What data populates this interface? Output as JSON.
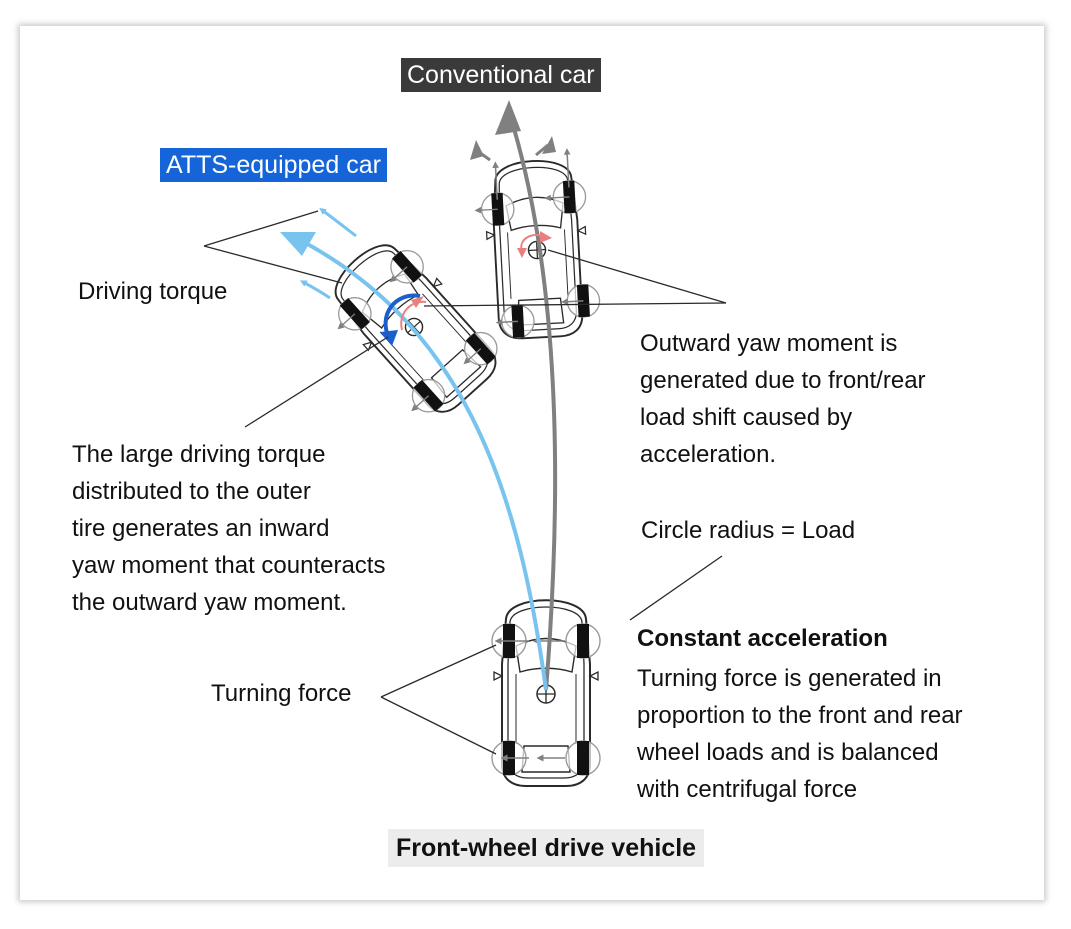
{
  "labels": {
    "conventional_car": "Conventional car",
    "atts_car": "ATTS-equipped car",
    "driving_torque": "Driving torque",
    "outward_yaw": [
      "Outward yaw moment is",
      "generated due to front/rear",
      "load shift caused by",
      "acceleration."
    ],
    "large_torque": [
      "The large driving torque",
      "distributed to the outer",
      "tire generates an inward",
      "yaw moment that counteracts",
      "the outward yaw moment."
    ],
    "circle_radius": "Circle radius = Load",
    "constant_accel_title": "Constant acceleration",
    "turning_force_desc": [
      "Turning force is generated in",
      "proportion to the front and rear",
      "wheel loads and is balanced",
      "with centrifugal force"
    ],
    "turning_force": "Turning force",
    "vehicle_caption": "Front-wheel drive vehicle"
  },
  "colors": {
    "atts_path": "#79c4ee",
    "conventional_path": "#808080",
    "atts_tag": "#1565d8",
    "conventional_tag": "#3a3a3a",
    "inward_yaw_arrow": "#1a5fcc",
    "outward_yaw_arrow": "#e88080"
  }
}
